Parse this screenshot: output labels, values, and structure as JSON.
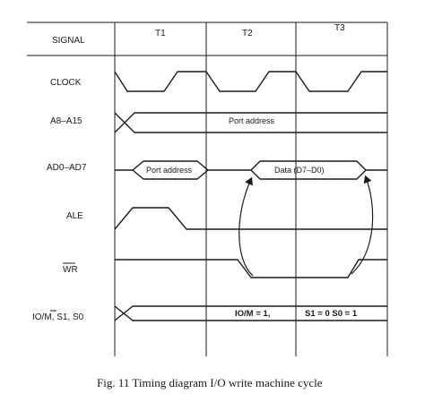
{
  "header": {
    "signal_col": "SIGNAL",
    "states": [
      "T1",
      "T2",
      "T3"
    ]
  },
  "signals": {
    "clock": "CLOCK",
    "a8_a15": "A8–A15",
    "ad0_ad7": "AD0–AD7",
    "ale": "ALE",
    "wr": "WR",
    "io_m": "IO/M, S1, S0"
  },
  "annotations": {
    "a8_port_address": "Port address",
    "ad_port_address": "Port address",
    "ad_data": "Data (D7–D0)",
    "io_m_value": "IO/M = 1,",
    "status_value": "S1 = 0 S0 = 1"
  },
  "caption": "Fig. 11 Timing diagram I/O write machine cycle"
}
